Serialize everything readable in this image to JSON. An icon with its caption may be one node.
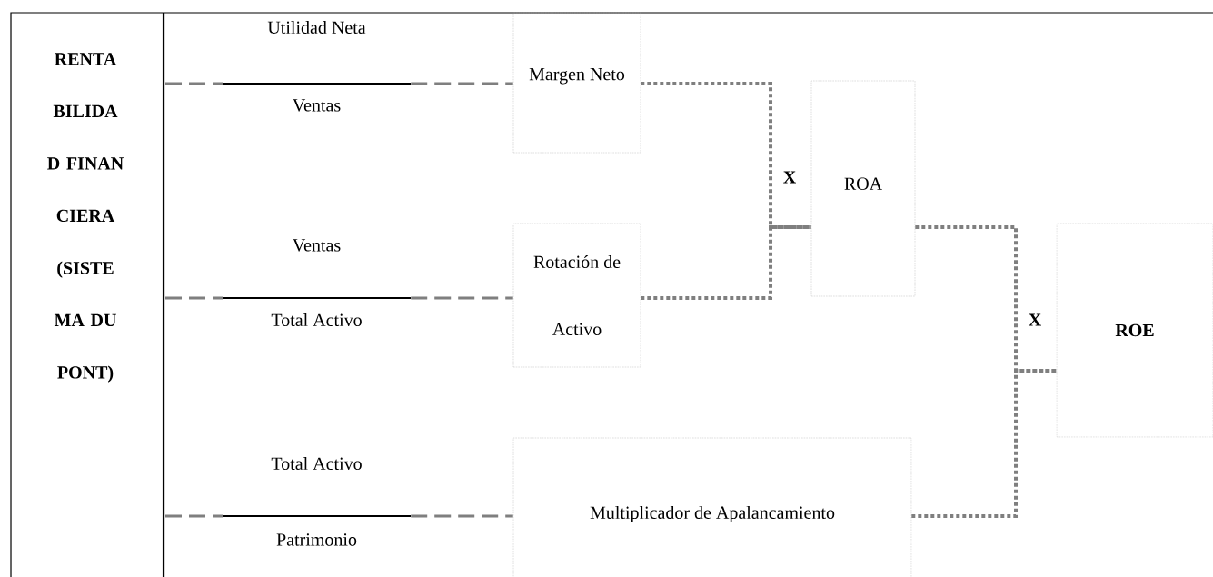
{
  "diagram": {
    "nodes": [
      {
        "text": [
          "Utilidad Neta",
          "Ventas"
        ]
      },
      {
        "text": [
          "Margen Neto"
        ]
      },
      {
        "text": [
          "ROA"
        ]
      },
      {
        "text": [
          "Ventas",
          "Total Activo"
        ]
      },
      {
        "text": [
          "Rotación de Activo"
        ]
      },
      {
        "text": [
          "ROE"
        ]
      },
      {
        "text": [
          "Total Activo",
          "Patrimonio"
        ]
      },
      {
        "text": [
          "Multiplicador de Apalancamiento"
        ]
      }
    ],
    "edges": [
      {
        "from": 0,
        "to": 1,
        "arrow": "none",
        "style": "dashed"
      },
      {
        "from": 3,
        "to": 4,
        "arrow": "none",
        "style": "dashed"
      },
      {
        "from": 6,
        "to": 7,
        "arrow": "none",
        "style": "dashed"
      },
      {
        "from": 1,
        "to": 2,
        "arrow": "none",
        "label": "X"
      },
      {
        "from": 4,
        "to": 2,
        "arrow": "none"
      },
      {
        "from": 2,
        "to": 5,
        "arrow": "none",
        "label": "X"
      },
      {
        "from": 7,
        "to": 5,
        "arrow": "none"
      }
    ],
    "labels": [
      "RENTA BILIDA D FINAN CIERA (SISTE MA DU PONT)"
    ]
  }
}
